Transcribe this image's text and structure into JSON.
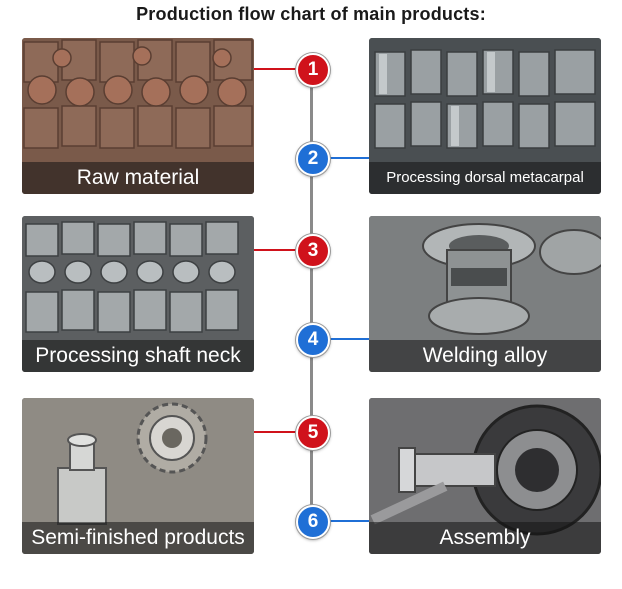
{
  "title": "Production flow chart  of main products:",
  "colors": {
    "red": "#d0121b",
    "blue": "#1f6fd6",
    "spine": "#8a8a8a"
  },
  "steps": [
    {
      "number": "1",
      "label": "Raw material",
      "side": "left",
      "color": "red"
    },
    {
      "number": "2",
      "label": "Processing dorsal metacarpal",
      "side": "right",
      "color": "blue"
    },
    {
      "number": "3",
      "label": "Processing shaft neck",
      "side": "left",
      "color": "red"
    },
    {
      "number": "4",
      "label": "Welding alloy",
      "side": "right",
      "color": "blue"
    },
    {
      "number": "5",
      "label": "Semi-finished products",
      "side": "left",
      "color": "red"
    },
    {
      "number": "6",
      "label": "Assembly",
      "side": "right",
      "color": "blue"
    }
  ]
}
